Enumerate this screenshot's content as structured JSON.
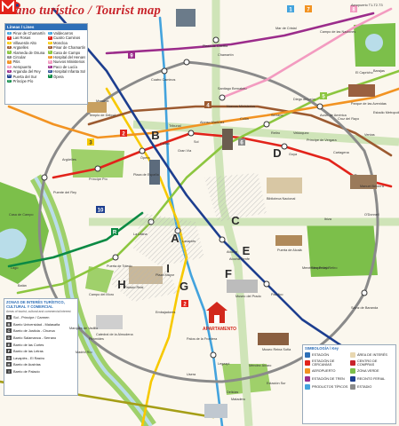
{
  "title": "Plano turístico / Tourist map",
  "lines_legend": {
    "heading": "Líneas / Lines",
    "items": [
      {
        "label": "Pinar de Chamartín",
        "color": "#43a3dd",
        "num": "1"
      },
      {
        "label": "Valdecarros",
        "color": "#43a3dd",
        "num": "1"
      },
      {
        "label": "Las Rosas",
        "color": "#e2231a",
        "num": "2"
      },
      {
        "label": "Cuatro Caminos",
        "color": "#e2231a",
        "num": "2"
      },
      {
        "label": "Villaverde Alto",
        "color": "#f7c900",
        "num": "3"
      },
      {
        "label": "Moncloa",
        "color": "#f7c900",
        "num": "3"
      },
      {
        "label": "Argüelles",
        "color": "#9c5a30",
        "num": "4"
      },
      {
        "label": "Pinar de Chamartín",
        "color": "#9c5a30",
        "num": "4"
      },
      {
        "label": "Alameda de Osuna",
        "color": "#8cc63f",
        "num": "5"
      },
      {
        "label": "Casa de Campo",
        "color": "#8cc63f",
        "num": "5"
      },
      {
        "label": "Circular",
        "color": "#8a8a8a",
        "num": "6"
      },
      {
        "label": "Hospital del Henares",
        "color": "#f29322",
        "num": "7"
      },
      {
        "label": "Pitis",
        "color": "#f29322",
        "num": "7"
      },
      {
        "label": "Nuevos Ministerios",
        "color": "#f39bc0",
        "num": "8"
      },
      {
        "label": "Aeropuerto",
        "color": "#f39bc0",
        "num": "8"
      },
      {
        "label": "Paco de Lucía",
        "color": "#9b2c8b",
        "num": "9"
      },
      {
        "label": "Arganda del Rey",
        "color": "#9b2c8b",
        "num": "9"
      },
      {
        "label": "Hospital Infanta Sofía",
        "color": "#1d3e8f",
        "num": "10"
      },
      {
        "label": "Puerta del Sur",
        "color": "#1d3e8f",
        "num": "10"
      },
      {
        "label": "Ópera",
        "color": "#0b8a44",
        "num": "R"
      },
      {
        "label": "Príncipe Pío",
        "color": "#0b8a44",
        "num": "R"
      }
    ]
  },
  "zones_legend": {
    "heading": "ZONAS DE INTERÉS TURÍSTICO, CULTURAL Y COMERCIAL",
    "subheading": "Areas of tourist, cultural and commercial interest",
    "items": [
      {
        "letter": "A",
        "label": "Sol - Príncipe / Carmen"
      },
      {
        "letter": "B",
        "label": "Barrio Universidad - Malasaña"
      },
      {
        "letter": "C",
        "label": "Barrio de Justicia - Chueca"
      },
      {
        "letter": "D",
        "label": "Barrio Salamanca - Serrano"
      },
      {
        "letter": "E",
        "label": "Barrio de las Cortes"
      },
      {
        "letter": "F",
        "label": "Barrio de las Letras"
      },
      {
        "letter": "G",
        "label": "Lavapiés - El Rastro"
      },
      {
        "letter": "H",
        "label": "Barrio de Austrias"
      },
      {
        "letter": "I",
        "label": "Barrio de Palacio"
      }
    ]
  },
  "symbols_legend": {
    "heading": "SIMBOLOGÍA / Key",
    "items": [
      {
        "label": "ESTACIÓN",
        "color": "#2e6fb7"
      },
      {
        "label": "ÁREA DE INTERÉS",
        "color": "#e8d7b0"
      },
      {
        "label": "ESTACIÓN DE CERCANÍAS",
        "color": "#e2231a"
      },
      {
        "label": "CENTRO DE COMPRAS",
        "color": "#c8242b"
      },
      {
        "label": "AEROPUERTO",
        "color": "#f29322"
      },
      {
        "label": "ZONA VERDE",
        "color": "#7cbf4a"
      },
      {
        "label": "ESTACIÓN DE TREN",
        "color": "#9b2c8b"
      },
      {
        "label": "RECINTO FERIAL",
        "color": "#1d3e8f"
      },
      {
        "label": "PRODUCTOS TÍPICOS",
        "color": "#43a3dd"
      },
      {
        "label": "ESTADIO",
        "color": "#8a8a8a"
      }
    ]
  },
  "zone_letters": [
    "A",
    "B",
    "C",
    "D",
    "E",
    "F",
    "G",
    "H",
    "I"
  ],
  "apartment_label": "APARTAMENTO",
  "place_labels": [
    "Cuatro Caminos",
    "Santiago Bernabéu",
    "Nuevos Ministerios",
    "Avda. de América",
    "Moncloa",
    "Argüelles",
    "Plaza de España",
    "Príncipe Pío",
    "Ópera",
    "Sol",
    "Gran Vía",
    "Callao",
    "Tribunal",
    "Alonso Martínez",
    "Colón",
    "Serrano",
    "Velázquez",
    "Goya",
    "Retiro",
    "Príncipe de Vergara",
    "Atocha",
    "Atocha Renfe",
    "Lavapiés",
    "Embajadores",
    "La Latina",
    "Puerta de Toledo",
    "Palos de la Frontera",
    "Legazpi",
    "Méndez Álvaro",
    "Pacífico",
    "Sainz de Baranda",
    "O'Donnell",
    "Manuel Becerra",
    "Ventas",
    "Diego de León",
    "Chamartín",
    "Plaza de Castilla",
    "Pirámides",
    "Marqués de Vadillo",
    "Casa de Campo",
    "Lago",
    "Batán",
    "Puente del Rey",
    "Estación Sur",
    "Usera",
    "Delicias",
    "Menéndez Pelayo",
    "Ibiza",
    "Cartagena",
    "Cruz del Rayo",
    "Parque de las Avenidas",
    "Aeropuerto T1-T2-T3",
    "Campo de las Naciones",
    "Mar de Cristal",
    "Barajas",
    "El Capricho",
    "Estadio Metropolitano",
    "Parque del Retiro",
    "Campo del Moro",
    "Templo de Debod",
    "Palacio Real",
    "Catedral de la Almudena",
    "Plaza Mayor",
    "Museo del Prado",
    "Museo Reina Sofía",
    "Puerta de Alcalá",
    "Biblioteca Nacional",
    "Madrid Río",
    "Matadero"
  ],
  "colors": {
    "background": "#fbf7ee",
    "river": "#b9dde9",
    "park": "#79b547",
    "line1": "#43a3dd",
    "line2": "#e2231a",
    "line3": "#f7c900",
    "line4": "#9c5a30",
    "line5": "#8cc63f",
    "line6": "#8a8a8a",
    "line7": "#f29322",
    "line8": "#f39bc0",
    "line9": "#9b2c8b",
    "line10": "#1d3e8f",
    "line12": "#a59e16",
    "lineR": "#0b8a44",
    "accent": "#c8242b"
  }
}
